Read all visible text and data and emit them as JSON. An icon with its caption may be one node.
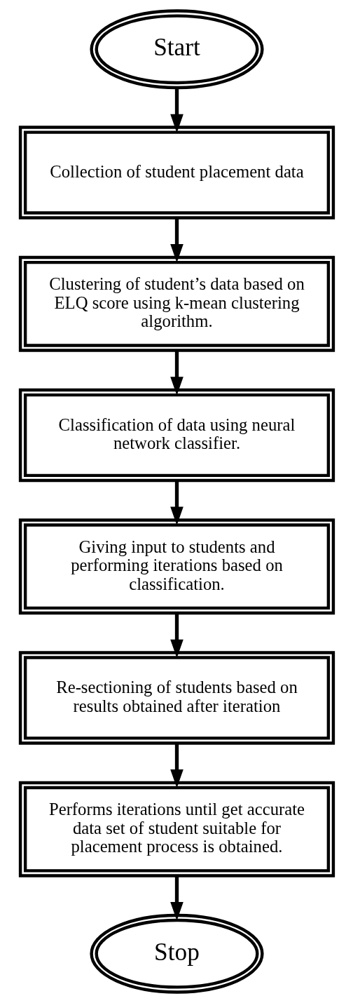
{
  "diagram": {
    "nodes": [
      {
        "text": [
          "Start"
        ]
      },
      {
        "text": [
          "Collection of student placement data"
        ]
      },
      {
        "text": [
          "Clustering of student’s data based on ELQ score using k-mean clustering algorithm."
        ]
      },
      {
        "text": [
          "Classification of data using neural network classifier."
        ]
      },
      {
        "text": [
          "Giving input to students and performing iterations based on classification."
        ]
      },
      {
        "text": [
          "Re-sectioning of students based on results obtained after iteration"
        ]
      },
      {
        "text": [
          "Performs iterations until get accurate data set of student suitable for placement process is obtained."
        ]
      },
      {
        "text": [
          "Stop"
        ]
      }
    ],
    "edges": [
      {
        "from": 0,
        "to": 1,
        "arrow": "to"
      },
      {
        "from": 1,
        "to": 2,
        "arrow": "to"
      },
      {
        "from": 2,
        "to": 3,
        "arrow": "to"
      },
      {
        "from": 3,
        "to": 4,
        "arrow": "to"
      },
      {
        "from": 4,
        "to": 5,
        "arrow": "to"
      },
      {
        "from": 5,
        "to": 6,
        "arrow": "to"
      },
      {
        "from": 6,
        "to": 7,
        "arrow": "to"
      }
    ]
  }
}
